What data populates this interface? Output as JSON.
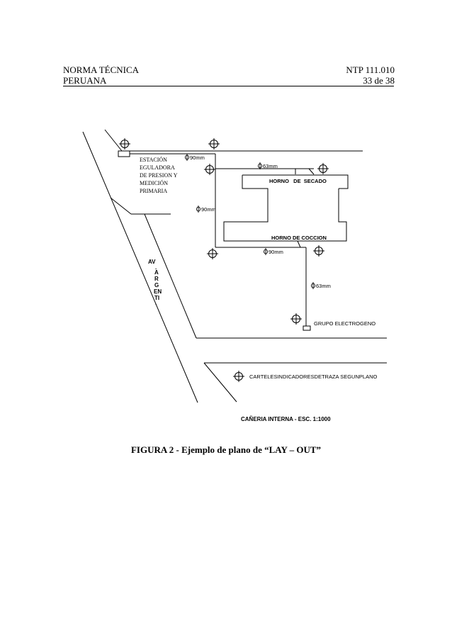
{
  "header": {
    "left_line1": "NORMA TÉCNICA",
    "left_line2": "PERUANA",
    "right_line1": "NTP 111.010",
    "right_line2": "33 de 38"
  },
  "plan": {
    "station_label": [
      "ESTACIÓN",
      "EGULADORA",
      "DE PRESION Y",
      "MEDICIÓN",
      "PRIMARIA"
    ],
    "pipe_90_top": "90mm",
    "pipe_63_top": "63mm",
    "pipe_90_left": "90mm",
    "pipe_90_bottom": "90mm",
    "pipe_63_right": "63mm",
    "horno_secado": "HORNO   DE  SECADO",
    "horno_coccion": "HORNO DE COCCION",
    "street_letters": [
      "AV",
      ".",
      "A",
      "R",
      "G",
      "EN",
      "TI",
      "."
    ],
    "grupo": "GRUPO ELECTROGENO",
    "carteles": "CARTELESINDICADORESDETRAZA SEGUNPLANO",
    "footer_title": "CAÑERIA INTERNA - ESC. 1:1000"
  },
  "caption": "FIGURA 2 - Ejemplo de plano de “LAY – OUT”"
}
